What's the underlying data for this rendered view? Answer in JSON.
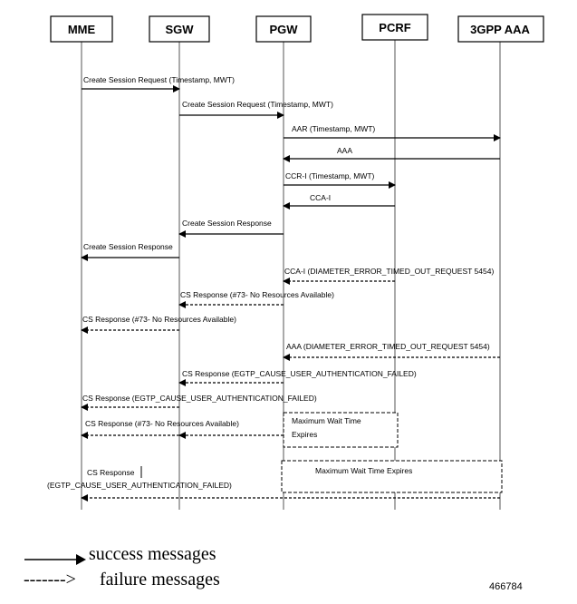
{
  "nodes": [
    {
      "id": "mme",
      "label": "MME"
    },
    {
      "id": "sgw",
      "label": "SGW"
    },
    {
      "id": "pgw",
      "label": "PGW"
    },
    {
      "id": "pcrf",
      "label": "PCRF"
    },
    {
      "id": "aaa",
      "label": "3GPP AAA"
    }
  ],
  "messages": [
    {
      "from": "mme",
      "to": "sgw",
      "label": "Create Session Request (Timestamp, MWT)",
      "style": "solid"
    },
    {
      "from": "sgw",
      "to": "pgw",
      "label": "Create Session Request (Timestamp, MWT)",
      "style": "solid"
    },
    {
      "from": "pgw",
      "to": "aaa",
      "label": "AAR (Timestamp, MWT)",
      "style": "solid"
    },
    {
      "from": "aaa",
      "to": "pgw",
      "label": "AAA",
      "style": "solid"
    },
    {
      "from": "pgw",
      "to": "pcrf",
      "label": "CCR-I (Timestamp, MWT)",
      "style": "solid"
    },
    {
      "from": "pcrf",
      "to": "pgw",
      "label": "CCA-I",
      "style": "solid"
    },
    {
      "from": "pgw",
      "to": "sgw",
      "label": "Create Session Response",
      "style": "solid"
    },
    {
      "from": "sgw",
      "to": "mme",
      "label": "Create Session Response",
      "style": "solid"
    },
    {
      "from": "pcrf",
      "to": "pgw",
      "label": "CCA-I (DIAMETER_ERROR_TIMED_OUT_REQUEST 5454)",
      "style": "dashed"
    },
    {
      "from": "pgw",
      "to": "sgw",
      "label": "CS Response (#73- No Resources Available)",
      "style": "dashed"
    },
    {
      "from": "sgw",
      "to": "mme",
      "label": "CS Response (#73- No Resources Available)",
      "style": "dashed"
    },
    {
      "from": "aaa",
      "to": "pgw",
      "label": "AAA (DIAMETER_ERROR_TIMED_OUT_REQUEST 5454)",
      "style": "dashed"
    },
    {
      "from": "pgw",
      "to": "sgw",
      "label": "CS Response (EGTP_CAUSE_USER_AUTHENTICATION_FAILED)",
      "style": "dashed"
    },
    {
      "from": "sgw",
      "to": "mme",
      "label": "CS Response (EGTP_CAUSE_USER_AUTHENTICATION_FAILED)",
      "style": "dashed"
    },
    {
      "from": "pgw",
      "to": "sgw",
      "label": "",
      "style": "dashed"
    },
    {
      "from": "sgw",
      "to": "mme",
      "label": "CS Response (#73- No Resources Available)",
      "style": "dashed"
    },
    {
      "from": "aaa",
      "to": "mme",
      "label": "",
      "style": "dashed"
    }
  ],
  "notes": [
    {
      "lines": [
        "Maximum Wait Time",
        "Expires"
      ]
    },
    {
      "lines": [
        "Maximum Wait Time Expires"
      ]
    }
  ],
  "last_message_label": [
    "CS Response",
    "(EGTP_CAUSE_USER_AUTHENTICATION_FAILED)"
  ],
  "legend": {
    "success": "success messages",
    "failure_prefix": "------->",
    "failure": "failure messages"
  },
  "figure_id": "466784"
}
